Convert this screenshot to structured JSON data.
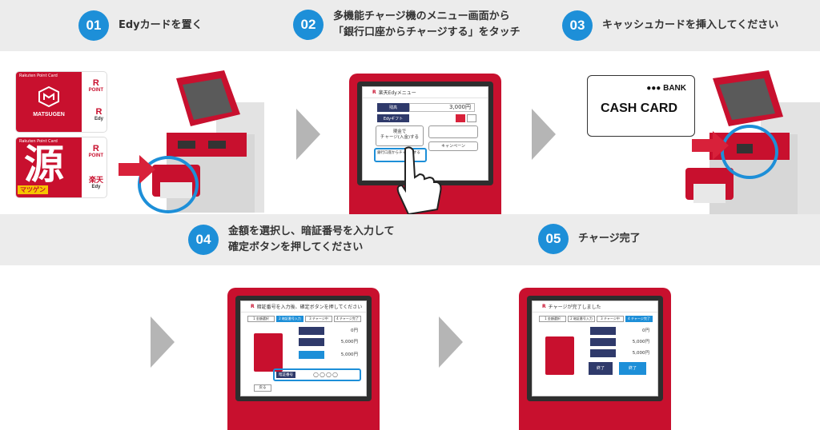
{
  "steps": [
    {
      "num": "01",
      "title": "Edyカードを置く"
    },
    {
      "num": "02",
      "title": "多機能チャージ機のメニュー画面から\n「銀行口座からチャージする」をタッチ"
    },
    {
      "num": "03",
      "title": "キャッシュカードを挿入してください"
    },
    {
      "num": "04",
      "title": "金額を選択し、暗証番号を入力して\n確定ボタンを押してください"
    },
    {
      "num": "05",
      "title": "チャージ完了"
    }
  ],
  "cards": {
    "card1": {
      "header": "Rakuten Point Card",
      "brand": "MATSUGEN",
      "right_top": "POINT",
      "right_bottom": "Edy"
    },
    "card2": {
      "header": "Rakuten Point Card",
      "kanji": "源",
      "brand": "マツゲン",
      "right_top": "POINT",
      "right_bottom": "Edy"
    }
  },
  "step2_screen": {
    "title": "楽天Edyメニュー",
    "row1_label": "残高",
    "row1_value": "3,000円",
    "row2_label": "Edyギフト",
    "btn_cash": "現金で\nチャージ(入金)する",
    "btn_bank": "銀行口座からチャージする",
    "btn_campaign": "キャンペーン"
  },
  "cash_card": {
    "bank": "●●● BANK",
    "label": "CASH CARD"
  },
  "step4_screen": {
    "title": "暗証番号を入力後、確定ボタンを押してください",
    "tabs": [
      "1 金額選択",
      "2 暗証番号入力",
      "3 チャージ中",
      "4 チャージ完了"
    ],
    "amount1": "0円",
    "amount2": "5,000円",
    "amount3": "5,000円",
    "pin_label": "暗証番号",
    "back": "戻る"
  },
  "step5_screen": {
    "title": "チャージが完了しました",
    "tabs": [
      "1 金額選択",
      "2 暗証番号入力",
      "3 チャージ中",
      "4 チャージ完了"
    ],
    "amount1": "0円",
    "amount2": "5,000円",
    "amount3": "5,000円",
    "btn_end": "終了"
  },
  "colors": {
    "accent": "#1d8fd8",
    "kiosk_red": "#c8102e",
    "band": "#ececec",
    "arrow": "#b5b5b5"
  }
}
